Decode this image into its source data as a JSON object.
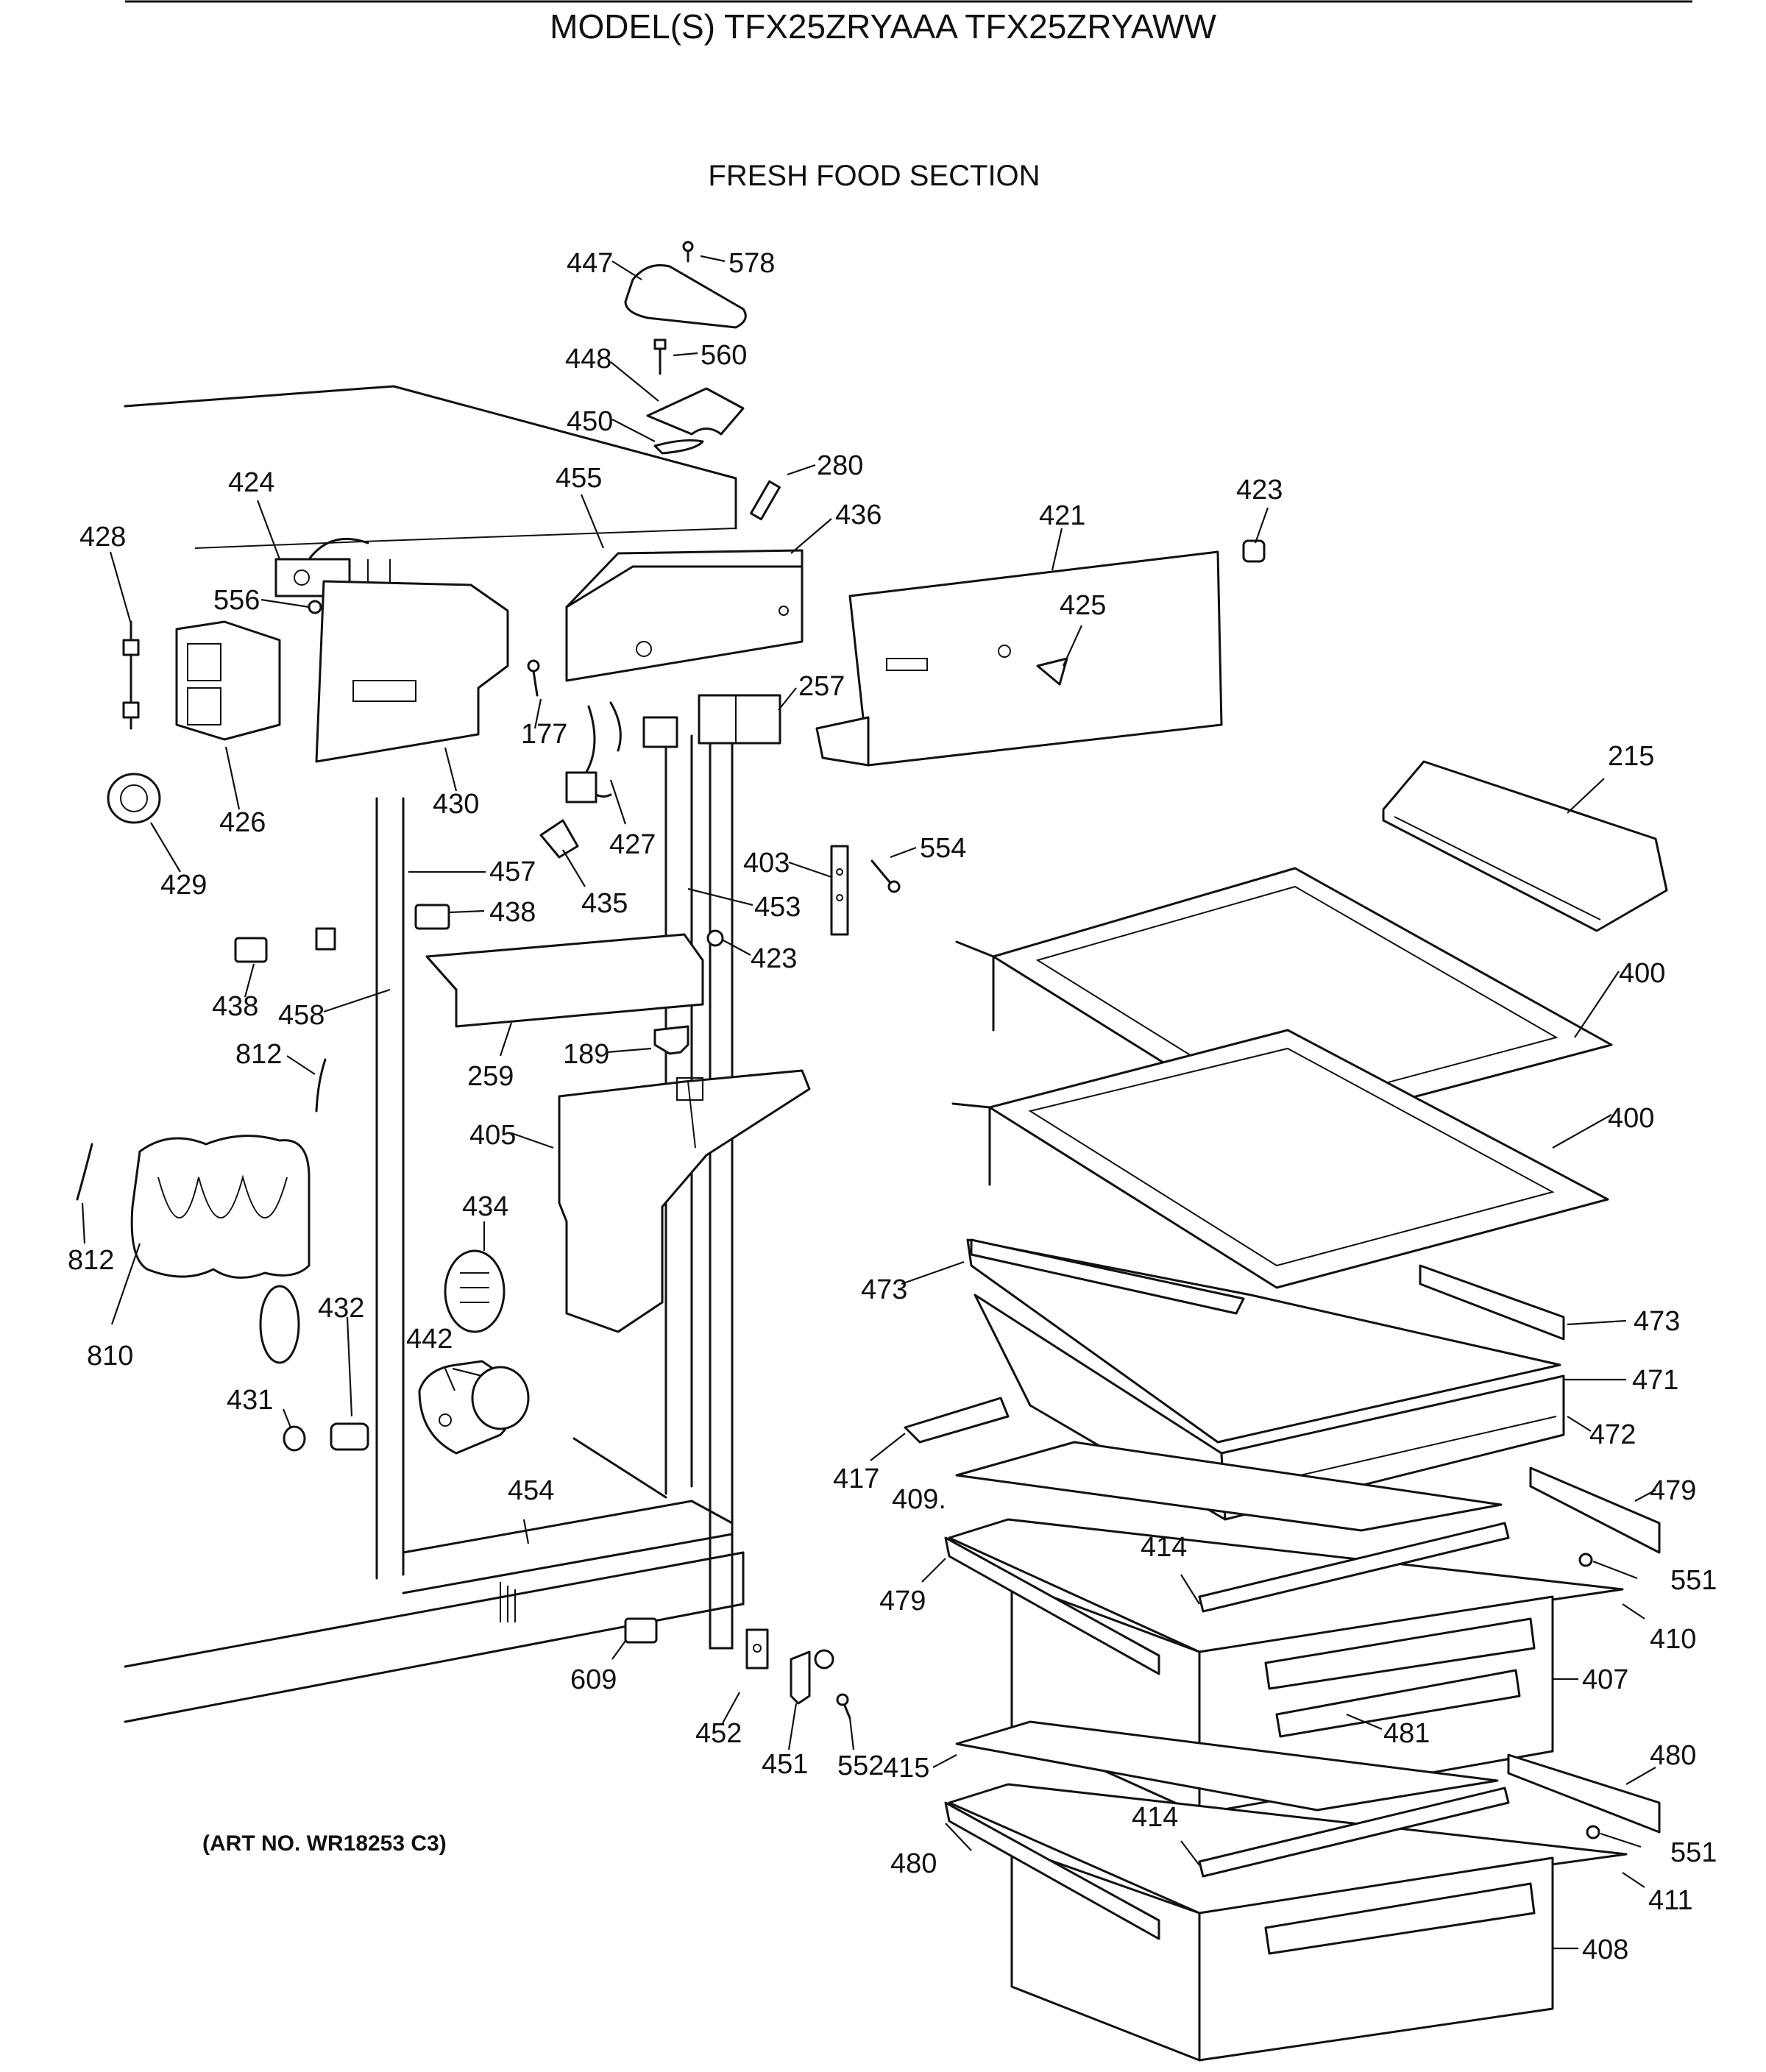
{
  "header": {
    "title": "MODEL(S) TFX25ZRYAAA  TFX25ZRYAWW",
    "section": "FRESH FOOD SECTION"
  },
  "art_number": "(ART NO. WR18253 C3)",
  "callouts": [
    {
      "id": "c578",
      "text": "578"
    },
    {
      "id": "c447",
      "text": "447"
    },
    {
      "id": "c560",
      "text": "560"
    },
    {
      "id": "c448",
      "text": "448"
    },
    {
      "id": "c450",
      "text": "450"
    },
    {
      "id": "c280",
      "text": "280"
    },
    {
      "id": "c424",
      "text": "424"
    },
    {
      "id": "c455",
      "text": "455"
    },
    {
      "id": "c436",
      "text": "436"
    },
    {
      "id": "c421",
      "text": "421"
    },
    {
      "id": "c423a",
      "text": "423"
    },
    {
      "id": "c428",
      "text": "428"
    },
    {
      "id": "c556",
      "text": "556"
    },
    {
      "id": "c425",
      "text": "425"
    },
    {
      "id": "c257",
      "text": "257"
    },
    {
      "id": "c177",
      "text": "177"
    },
    {
      "id": "c426",
      "text": "426"
    },
    {
      "id": "c430",
      "text": "430"
    },
    {
      "id": "c427",
      "text": "427"
    },
    {
      "id": "c215",
      "text": "215"
    },
    {
      "id": "c429",
      "text": "429"
    },
    {
      "id": "c554",
      "text": "554"
    },
    {
      "id": "c457",
      "text": "457"
    },
    {
      "id": "c403",
      "text": "403"
    },
    {
      "id": "c438a",
      "text": "438"
    },
    {
      "id": "c435",
      "text": "435"
    },
    {
      "id": "c453",
      "text": "453"
    },
    {
      "id": "c423b",
      "text": "423"
    },
    {
      "id": "c438b",
      "text": "438"
    },
    {
      "id": "c458",
      "text": "458"
    },
    {
      "id": "c400a",
      "text": "400"
    },
    {
      "id": "c812a",
      "text": "812"
    },
    {
      "id": "c189",
      "text": "189"
    },
    {
      "id": "c259",
      "text": "259"
    },
    {
      "id": "c400b",
      "text": "400"
    },
    {
      "id": "c405",
      "text": "405"
    },
    {
      "id": "c434",
      "text": "434"
    },
    {
      "id": "c812b",
      "text": "812"
    },
    {
      "id": "c473a",
      "text": "473"
    },
    {
      "id": "c473b",
      "text": "473"
    },
    {
      "id": "c432",
      "text": "432"
    },
    {
      "id": "c810",
      "text": "810"
    },
    {
      "id": "c442",
      "text": "442"
    },
    {
      "id": "c471",
      "text": "471"
    },
    {
      "id": "c431",
      "text": "431"
    },
    {
      "id": "c472",
      "text": "472"
    },
    {
      "id": "c417",
      "text": "417"
    },
    {
      "id": "c409",
      "text": "409."
    },
    {
      "id": "c479a",
      "text": "479"
    },
    {
      "id": "c454",
      "text": "454"
    },
    {
      "id": "c414a",
      "text": "414"
    },
    {
      "id": "c551a",
      "text": "551"
    },
    {
      "id": "c479b",
      "text": "479"
    },
    {
      "id": "c410",
      "text": "410"
    },
    {
      "id": "c609",
      "text": "609"
    },
    {
      "id": "c407",
      "text": "407"
    },
    {
      "id": "c452",
      "text": "452"
    },
    {
      "id": "c481",
      "text": "481"
    },
    {
      "id": "c451",
      "text": "451"
    },
    {
      "id": "c552",
      "text": "552"
    },
    {
      "id": "c415",
      "text": "415"
    },
    {
      "id": "c480a",
      "text": "480"
    },
    {
      "id": "c414b",
      "text": "414"
    },
    {
      "id": "c551b",
      "text": "551"
    },
    {
      "id": "c480b",
      "text": "480"
    },
    {
      "id": "c411",
      "text": "411"
    },
    {
      "id": "c408",
      "text": "408"
    }
  ]
}
